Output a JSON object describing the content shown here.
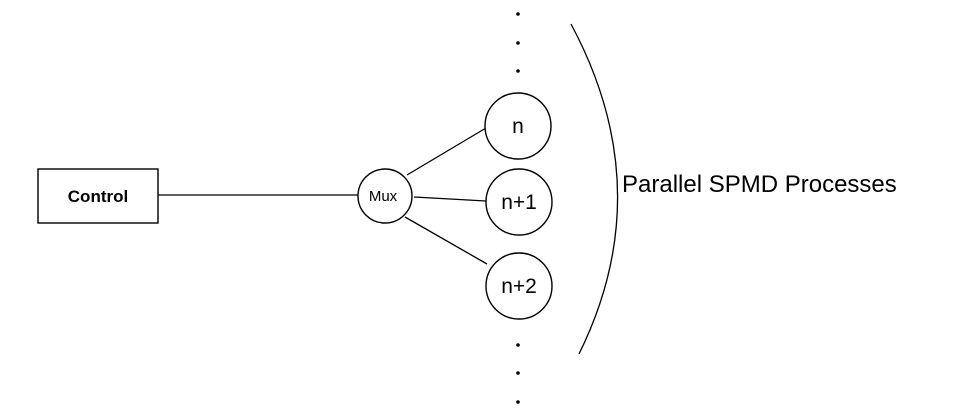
{
  "diagram": {
    "control_label": "Control",
    "mux_label": "Mux",
    "processes": [
      {
        "label": "n"
      },
      {
        "label": "n+1"
      },
      {
        "label": "n+2"
      }
    ],
    "group_label": "Parallel SPMD Processes",
    "continuation_above": "ellipsis",
    "continuation_below": "ellipsis"
  }
}
